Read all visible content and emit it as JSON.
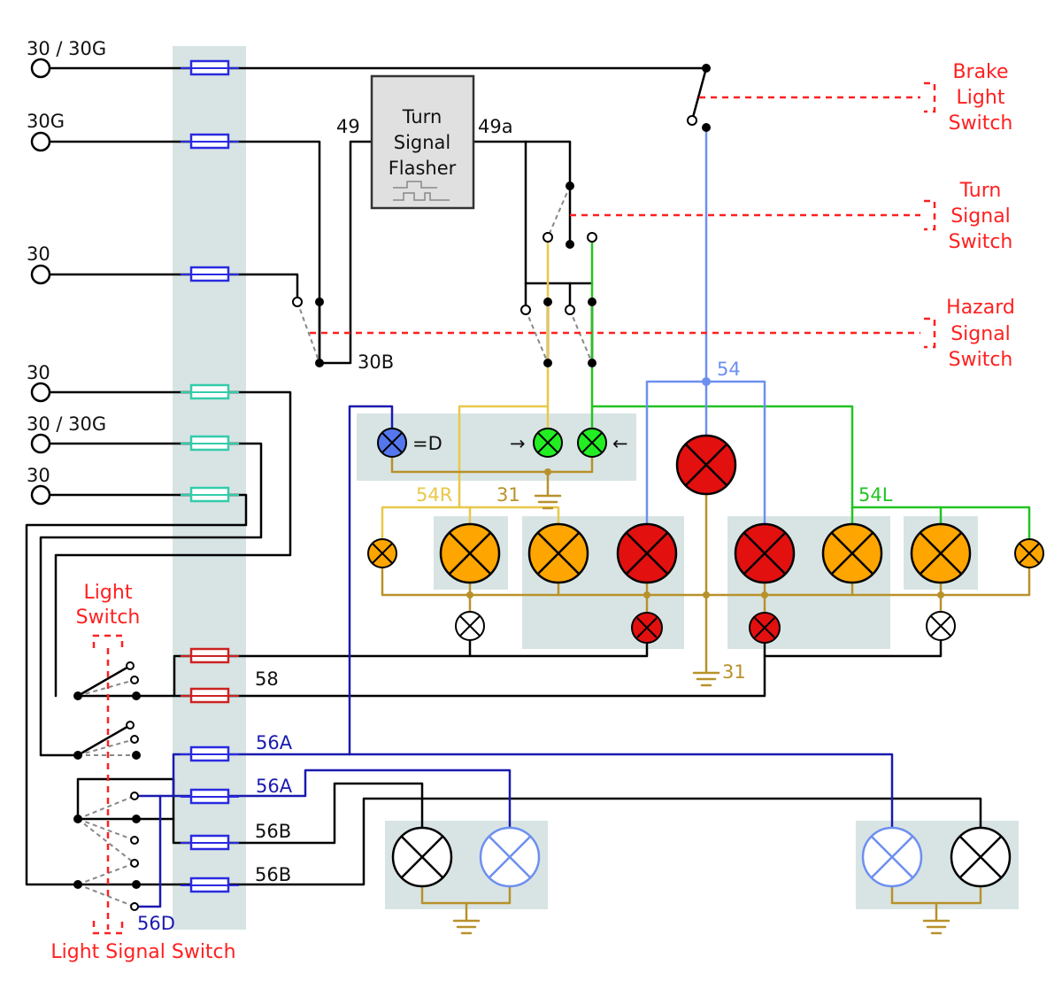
{
  "diagram": {
    "terminals": {
      "t1": "30 / 30G",
      "t2": "30G",
      "t3": "30",
      "t4": "30",
      "t5": "30 / 30G",
      "t6": "30"
    },
    "flasher": {
      "title_line1": "Turn",
      "title_line2": "Signal",
      "title_line3": "Flasher",
      "in_label": "49",
      "out_label": "49a"
    },
    "wire_labels": {
      "b30": "30B",
      "w54": "54",
      "w54r": "54R",
      "w54l": "54L",
      "g31_top": "31",
      "g31_mid": "31",
      "w58": "58",
      "w56a_1": "56A",
      "w56a_2": "56A",
      "w56b_1": "56B",
      "w56b_2": "56B",
      "w56d": "56D"
    },
    "indicator": {
      "high_beam": "=D",
      "right_arrow": "→",
      "left_arrow": "←"
    },
    "switches": {
      "brake_line1": "Brake",
      "brake_line2": "Light",
      "brake_line3": "Switch",
      "turn_line1": "Turn",
      "turn_line2": "Signal",
      "turn_line3": "Switch",
      "hazard_line1": "Hazard",
      "hazard_line2": "Signal",
      "hazard_line3": "Switch",
      "light_line1": "Light",
      "light_line2": "Switch",
      "light_signal": "Light Signal Switch"
    },
    "colors": {
      "black_wire": "#000000",
      "brake_blue": "#6d8ff0",
      "headlight_blue": "#1a1ab0",
      "right_yellow": "#e8c84a",
      "left_green": "#22c322",
      "ground_brown": "#b8912b",
      "switch_red": "#ff2020",
      "fuse_blue": "#2a2ae0",
      "fuse_teal": "#33ccaa",
      "fuse_red": "#cc2222",
      "lamp_orange": "#ffa500",
      "lamp_red": "#e31010"
    }
  }
}
